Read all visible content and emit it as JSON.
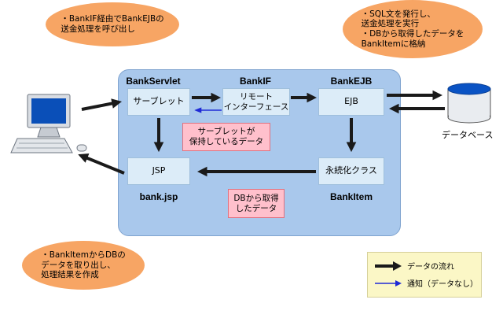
{
  "panel": {
    "servlet_title": "BankServlet",
    "if_title": "BankIF",
    "ejb_title": "BankEJB",
    "jsp_title": "bank.jsp",
    "item_title": "BankItem"
  },
  "boxes": {
    "servlet": "サーブレット",
    "remote": "リモート\nインターフェース",
    "ejb": "EJB",
    "jsp": "JSP",
    "persist": "永続化クラス"
  },
  "notes": {
    "servlet_data": "サーブレットが\n保持しているデータ",
    "db_data": "DBから取得\nしたデータ"
  },
  "callouts": {
    "top_left": "・BankIF経由でBankEJBの\n送金処理を呼び出し",
    "top_right": "・SQL文を発行し、\n送金処理を実行\n・DBから取得したデータを\nBankItemに格納",
    "bottom_left": "・BankItemからDBの\nデータを取り出し、\n処理結果を作成"
  },
  "database_label": "データベース",
  "legend": {
    "data_flow": "データの流れ",
    "notify": "通知（データなし）"
  },
  "colors": {
    "panel": "#a9c8ec",
    "box": "#dcecf8",
    "callout": "#f7a564",
    "note": "#ffc0cc",
    "legend_bg": "#fbf7c6",
    "data_arrow": "#1a1a1a",
    "notify_arrow": "#1f2ad6"
  },
  "icons": {
    "computer": "computer-icon",
    "database": "database-icon"
  }
}
